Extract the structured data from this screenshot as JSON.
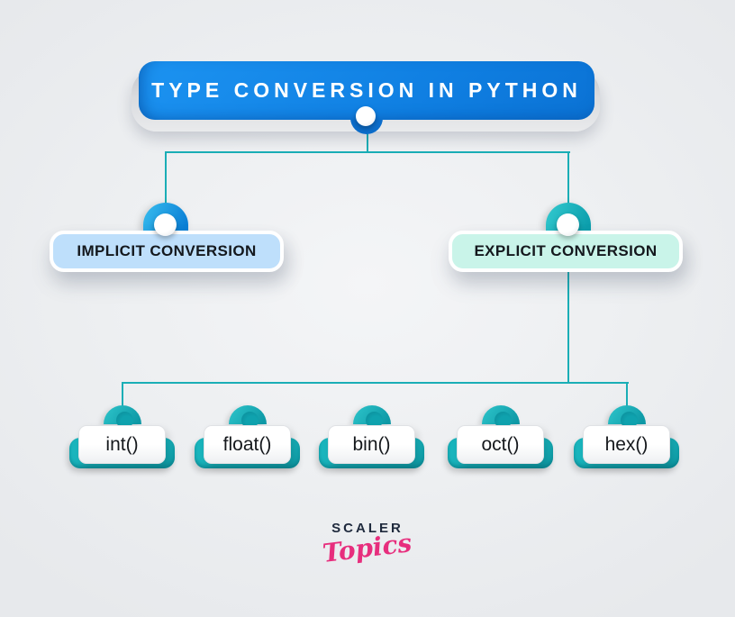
{
  "diagram": {
    "title": "TYPE CONVERSION IN PYTHON",
    "branches": [
      {
        "label": "IMPLICIT CONVERSION"
      },
      {
        "label": "EXPLICIT CONVERSION"
      }
    ],
    "leaves": [
      {
        "label": "int()"
      },
      {
        "label": "float()"
      },
      {
        "label": "bin()"
      },
      {
        "label": "oct()"
      },
      {
        "label": "hex()"
      }
    ]
  },
  "logo": {
    "brand": "SCALER",
    "sub": "Topics"
  },
  "colors": {
    "connector_teal": "#1aaeb6",
    "banner_blue": "#0f7ee1",
    "banner_base_gray": "#d9dbde",
    "implicit_fill": "#bedffb",
    "implicit_arch_blue": "#0b80d6",
    "explicit_fill": "#c9f4e9",
    "explicit_arch_teal": "#0d9fad",
    "leaf_tray_teal": "#1ab6be",
    "text_dark": "#14181d",
    "logo_navy": "#1f2a3d",
    "logo_pink": "#e72e7d",
    "background": "#eef0f2"
  }
}
